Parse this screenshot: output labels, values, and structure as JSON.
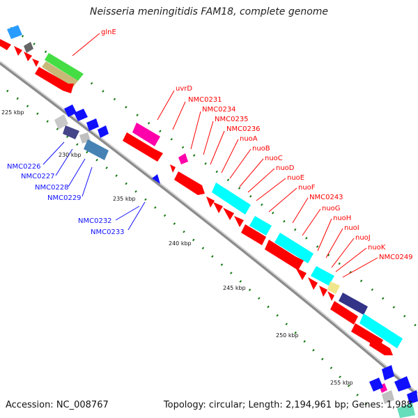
{
  "title": "Neisseria meningitidis FAM18, complete genome",
  "footer": {
    "accession": "Accession: NC_008767",
    "stats": "Topology: circular; Length: 2,194,961 bp; Genes: 1,988"
  },
  "ticks": [
    "225 kbp",
    "230 kbp",
    "235 kbp",
    "240 kbp",
    "245 kbp",
    "250 kbp",
    "255 kbp"
  ],
  "labels_red": [
    "glnE",
    "uvrD",
    "NMC0231",
    "NMC0234",
    "NMC0235",
    "NMC0236",
    "nuoA",
    "nuoB",
    "nuoC",
    "nuoD",
    "nuoE",
    "nuoF",
    "NMC0243",
    "nuoG",
    "nuoH",
    "nuoI",
    "nuoJ",
    "nuoK",
    "NMC0249"
  ],
  "labels_blue": [
    "NMC0226",
    "NMC0227",
    "NMC0228",
    "NMC0229",
    "NMC0232",
    "NMC0233"
  ],
  "colors": {
    "backbone": "#8c8c8c",
    "forward_cds": "#ff0000",
    "reverse_cds": "#0000ff",
    "cog_cyan": "#00ffff",
    "cog_magenta": "#ff00aa",
    "cog_green": "#44dd44",
    "cog_olive": "#c8b878",
    "cog_steel": "#4682b4",
    "cog_navy": "#333388",
    "cog_gray": "#c0c0c0",
    "cog_khaki": "#f0e68c",
    "tick": "#117711"
  }
}
